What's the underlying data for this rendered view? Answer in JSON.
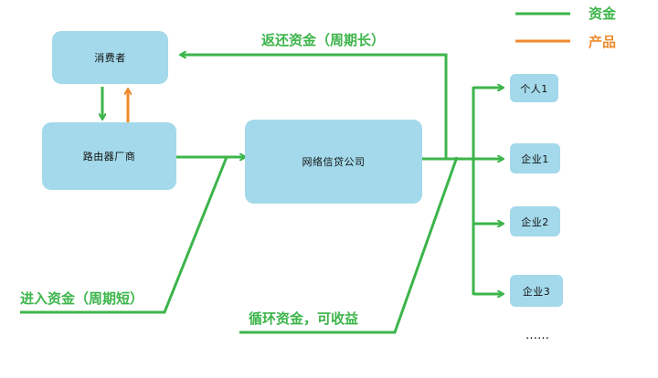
{
  "legend": {
    "funds_label": "资金",
    "product_label": "产品",
    "funds_color": "#3cb54a",
    "product_color": "#f08a2c"
  },
  "nodes": {
    "consumer": "消费者",
    "router_maker": "路由器厂商",
    "lender": "网络信贷公司",
    "individual1": "个人1",
    "enterprise1": "企业1",
    "enterprise2": "企业2",
    "enterprise3": "企业3",
    "more": "……"
  },
  "flows": {
    "repay": "返还资金（周期长）",
    "inflow": "进入资金（周期短）",
    "recycle": "循环资金，可收益"
  },
  "box_color": "#a3d9ea"
}
